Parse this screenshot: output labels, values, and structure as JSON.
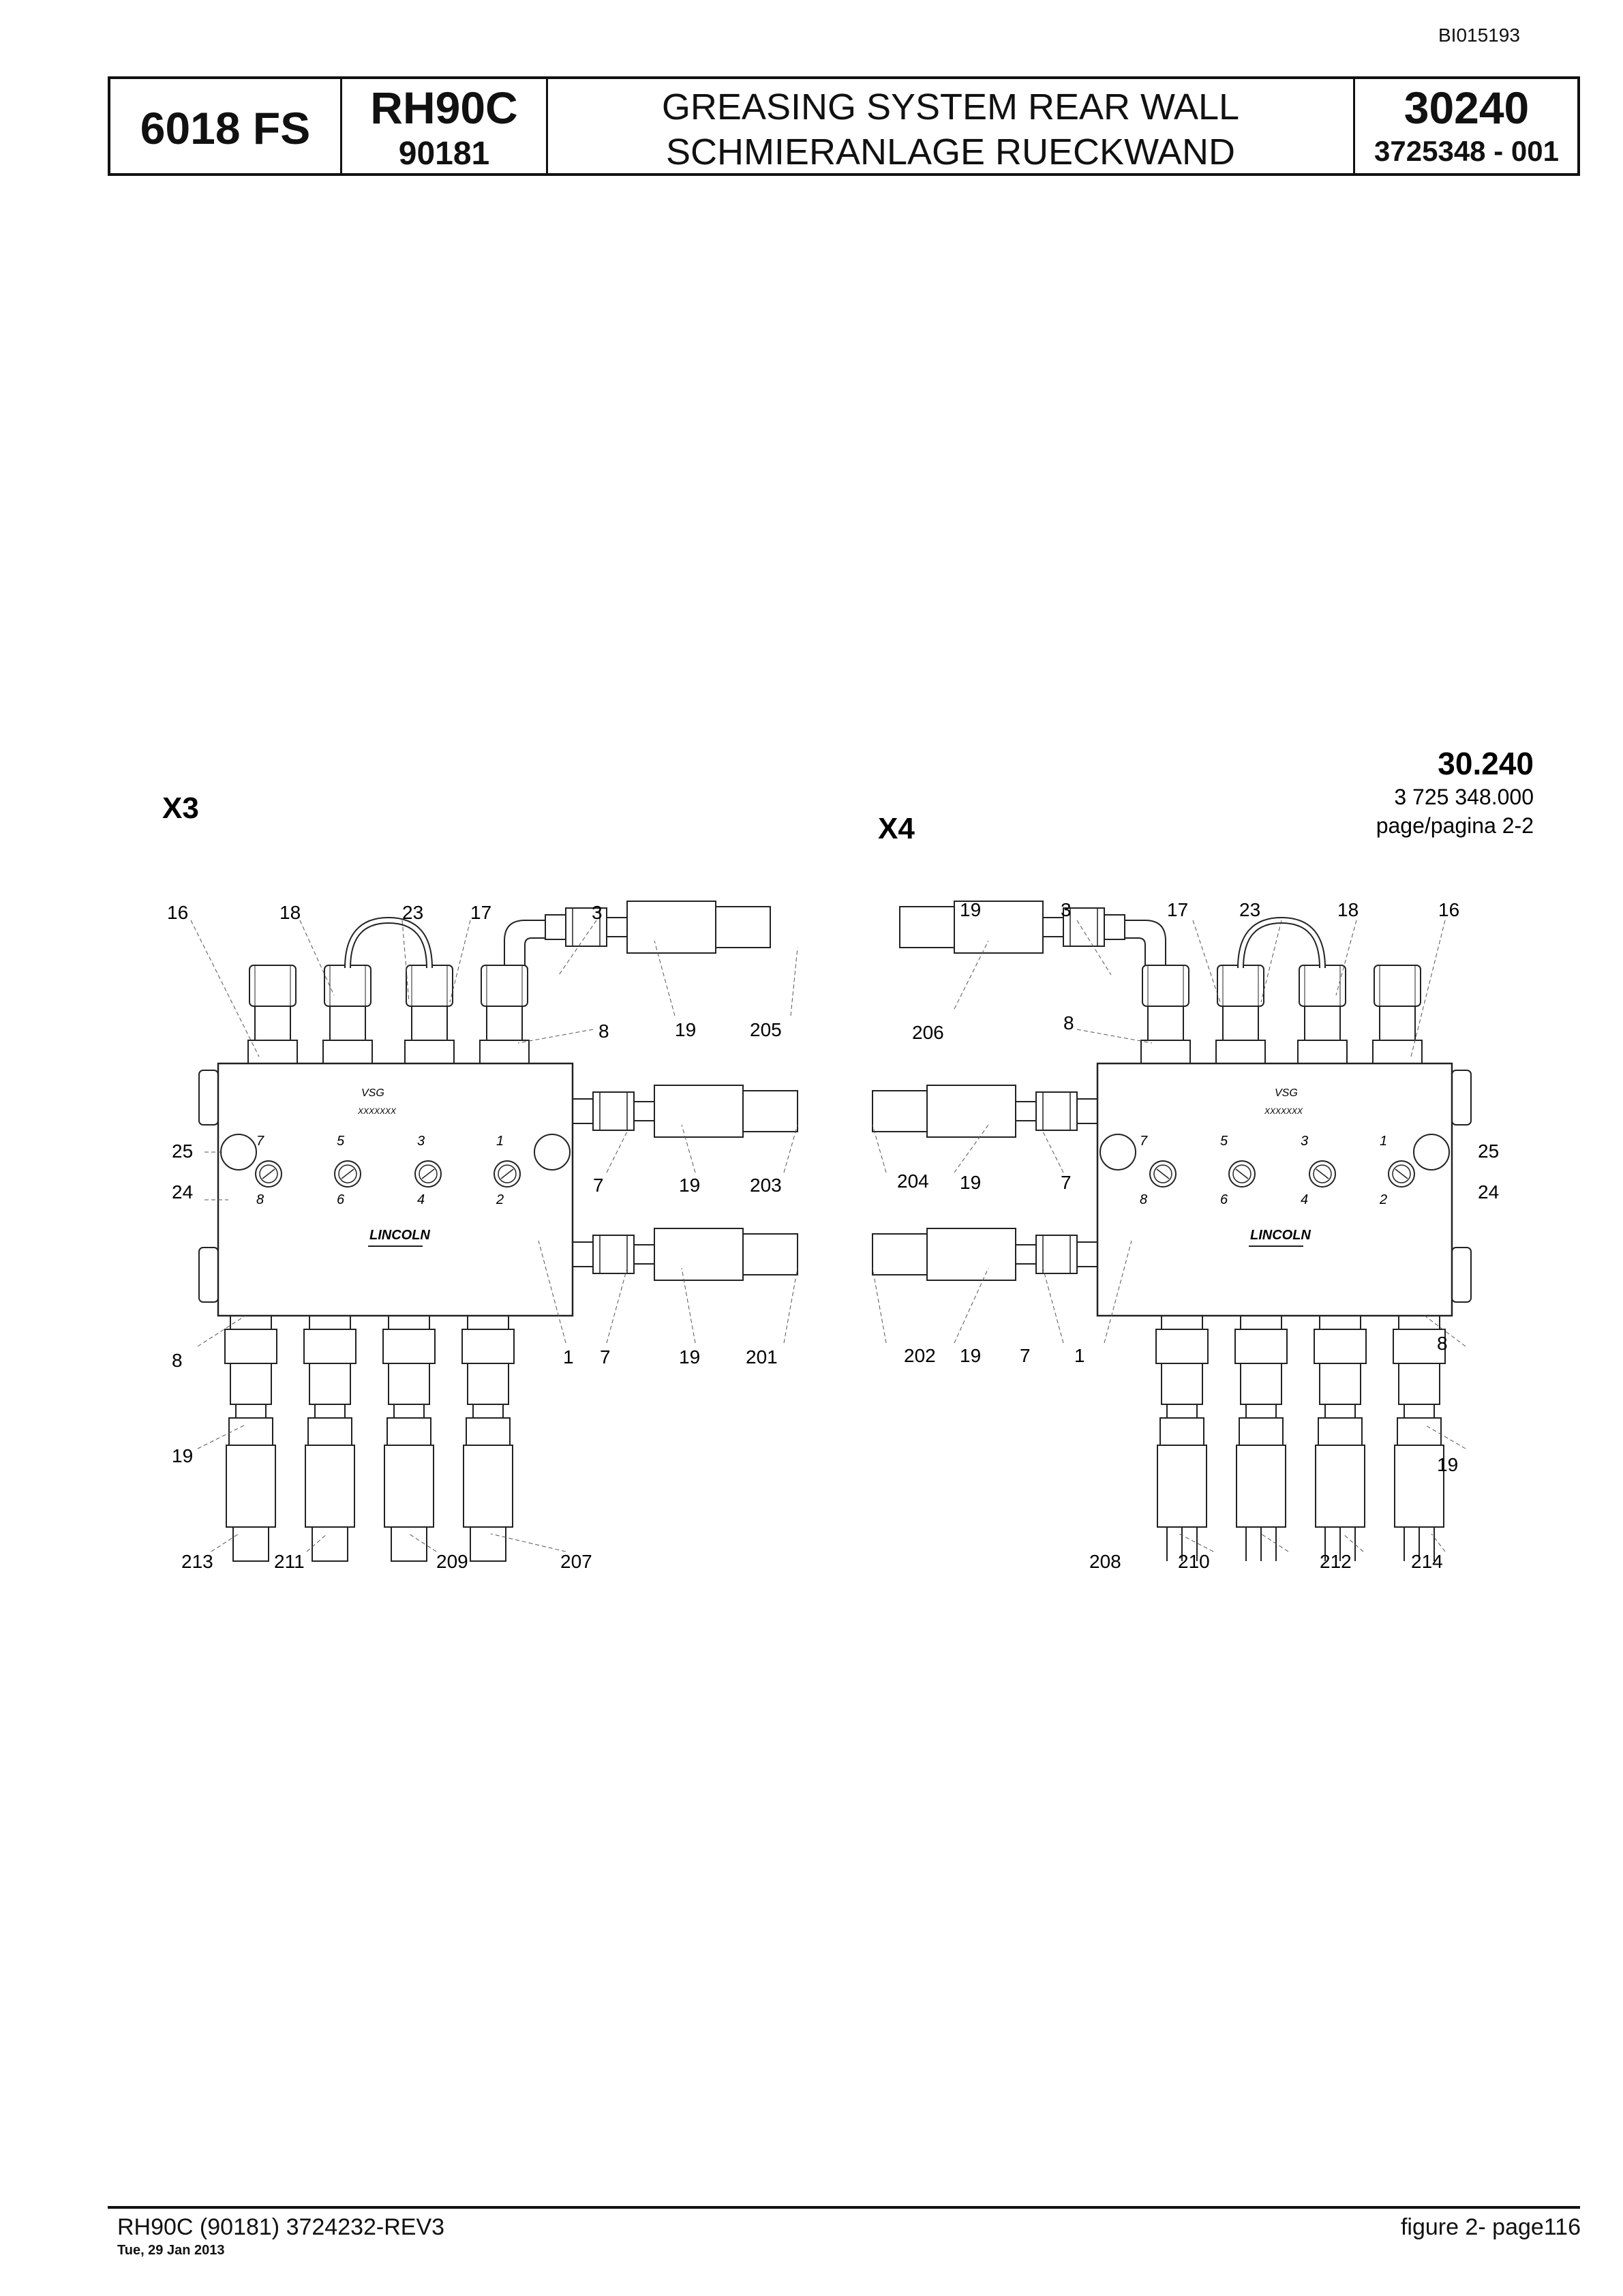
{
  "doc_id": "BI015193",
  "header": {
    "model": "6018 FS",
    "machine": "RH90C",
    "serial": "90181",
    "title_en": "GREASING SYSTEM REAR WALL",
    "title_de": "SCHMIERANLAGE RUECKWAND",
    "section": "30240",
    "part_number": "3725348  - 001"
  },
  "figure": {
    "section": "30.240",
    "part_number": "3 725 348.000",
    "page": "page/pagina 2-2",
    "views": [
      "X3",
      "X4"
    ],
    "block_label": "VSG",
    "block_code": "XXXXXXX",
    "brand": "LINCOLN",
    "port_numbers": [
      "7",
      "5",
      "3",
      "1",
      "8",
      "6",
      "4",
      "2"
    ],
    "callouts_x3": [
      "16",
      "18",
      "23",
      "17",
      "3",
      "8",
      "19",
      "205",
      "7",
      "19",
      "203",
      "25",
      "24",
      "1",
      "7",
      "19",
      "201",
      "8",
      "19",
      "213",
      "211",
      "209",
      "207"
    ],
    "callouts_x4": [
      "19",
      "3",
      "17",
      "23",
      "18",
      "16",
      "206",
      "8",
      "204",
      "19",
      "7",
      "25",
      "24",
      "202",
      "19",
      "7",
      "1",
      "8",
      "19",
      "208",
      "210",
      "212",
      "214"
    ]
  },
  "footer": {
    "ref": "RH90C (90181) 3724232-REV3",
    "date": "Tue, 29 Jan 2013",
    "page": "figure  2- page116"
  }
}
